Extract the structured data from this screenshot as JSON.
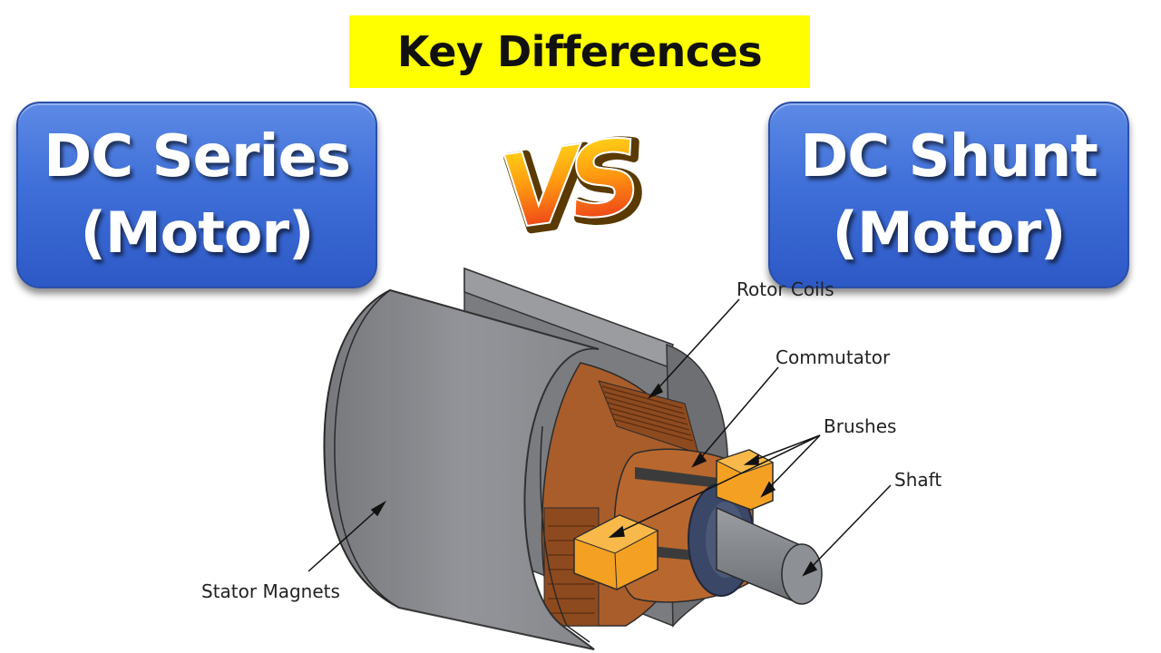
{
  "header": {
    "title": "Key Differences"
  },
  "left_box": {
    "line1": "DC Series",
    "line2": "(Motor)"
  },
  "vs_text": "VS",
  "right_box": {
    "line1": "DC Shunt",
    "line2": "(Motor)"
  },
  "diagram_labels": {
    "rotor_coils": "Rotor Coils",
    "commutator": "Commutator",
    "brushes": "Brushes",
    "shaft": "Shaft",
    "stator_magnets": "Stator Magnets"
  },
  "colors": {
    "title_banner": "#ffff00",
    "box_blue": "#3f6fd8",
    "stator_gray": "#8c8e92",
    "rotor_copper": "#b0652f",
    "brush_orange": "#f4a023",
    "shaft_gray": "#7f8288",
    "collar_navy": "#3a4766"
  }
}
